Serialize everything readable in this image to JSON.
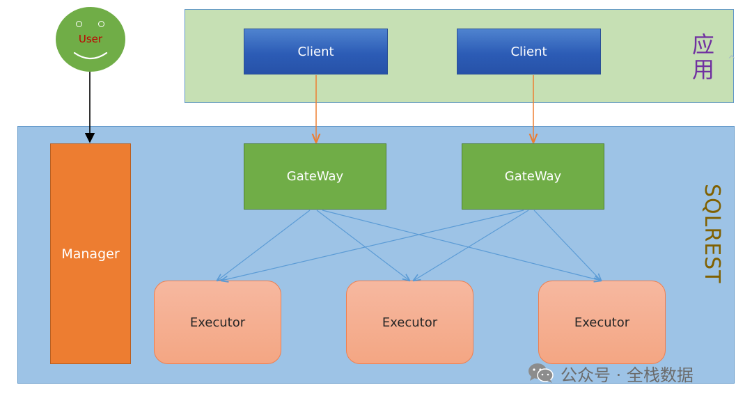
{
  "user": {
    "label": "User"
  },
  "application_layer": {
    "label": "应用"
  },
  "sqlrest_layer": {
    "label": "SQLREST"
  },
  "clients": [
    {
      "label": "Client"
    },
    {
      "label": "Client"
    }
  ],
  "gateways": [
    {
      "label": "GateWay"
    },
    {
      "label": "GateWay"
    }
  ],
  "manager": {
    "label": "Manager"
  },
  "executors": [
    {
      "label": "Executor"
    },
    {
      "label": "Executor"
    },
    {
      "label": "Executor"
    }
  ],
  "watermark": {
    "text": "公众号 · 全栈数据",
    "icon": "wechat-icon"
  },
  "colors": {
    "application_fill": "#c6e0b4",
    "sqlrest_fill": "#9dc3e6",
    "client_fill": "#2f5fb8",
    "gateway_fill": "#70ad47",
    "manager_fill": "#ed7d31",
    "executor_fill": "#f4b183",
    "client_to_gateway_arrow": "#ed7d31",
    "gateway_to_executor_arrow": "#5b9bd5",
    "user_to_manager_arrow": "#000000"
  }
}
